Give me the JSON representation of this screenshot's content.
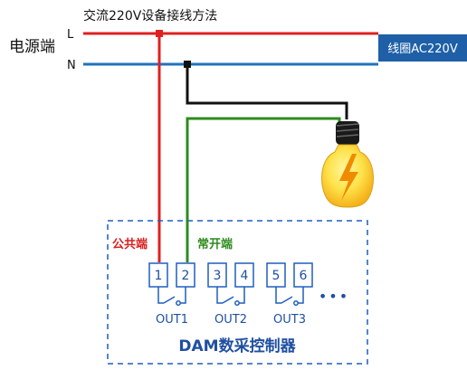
{
  "title": "交流220V设备接线方法",
  "power_label": "电源端",
  "line_L": "L",
  "line_N": "N",
  "coil_box_label": "线圈AC220V",
  "common_label": "公共端",
  "no_label": "常开端",
  "terminals": [
    "1",
    "2",
    "3",
    "4",
    "5",
    "6"
  ],
  "outputs": [
    "OUT1",
    "OUT2",
    "OUT3"
  ],
  "ellipsis": "•••",
  "controller_label": "DAM数采控制器",
  "colors": {
    "live": "#e02020",
    "neutral": "#1e73be",
    "black_wire": "#111111",
    "green_wire": "#2e8b1e",
    "box_fill": "#1e5fa8",
    "dashed": "#1f5fbf",
    "text_blue": "#1f4fa0",
    "text_red": "#d81e1e",
    "text_green": "#2e8b1e"
  }
}
